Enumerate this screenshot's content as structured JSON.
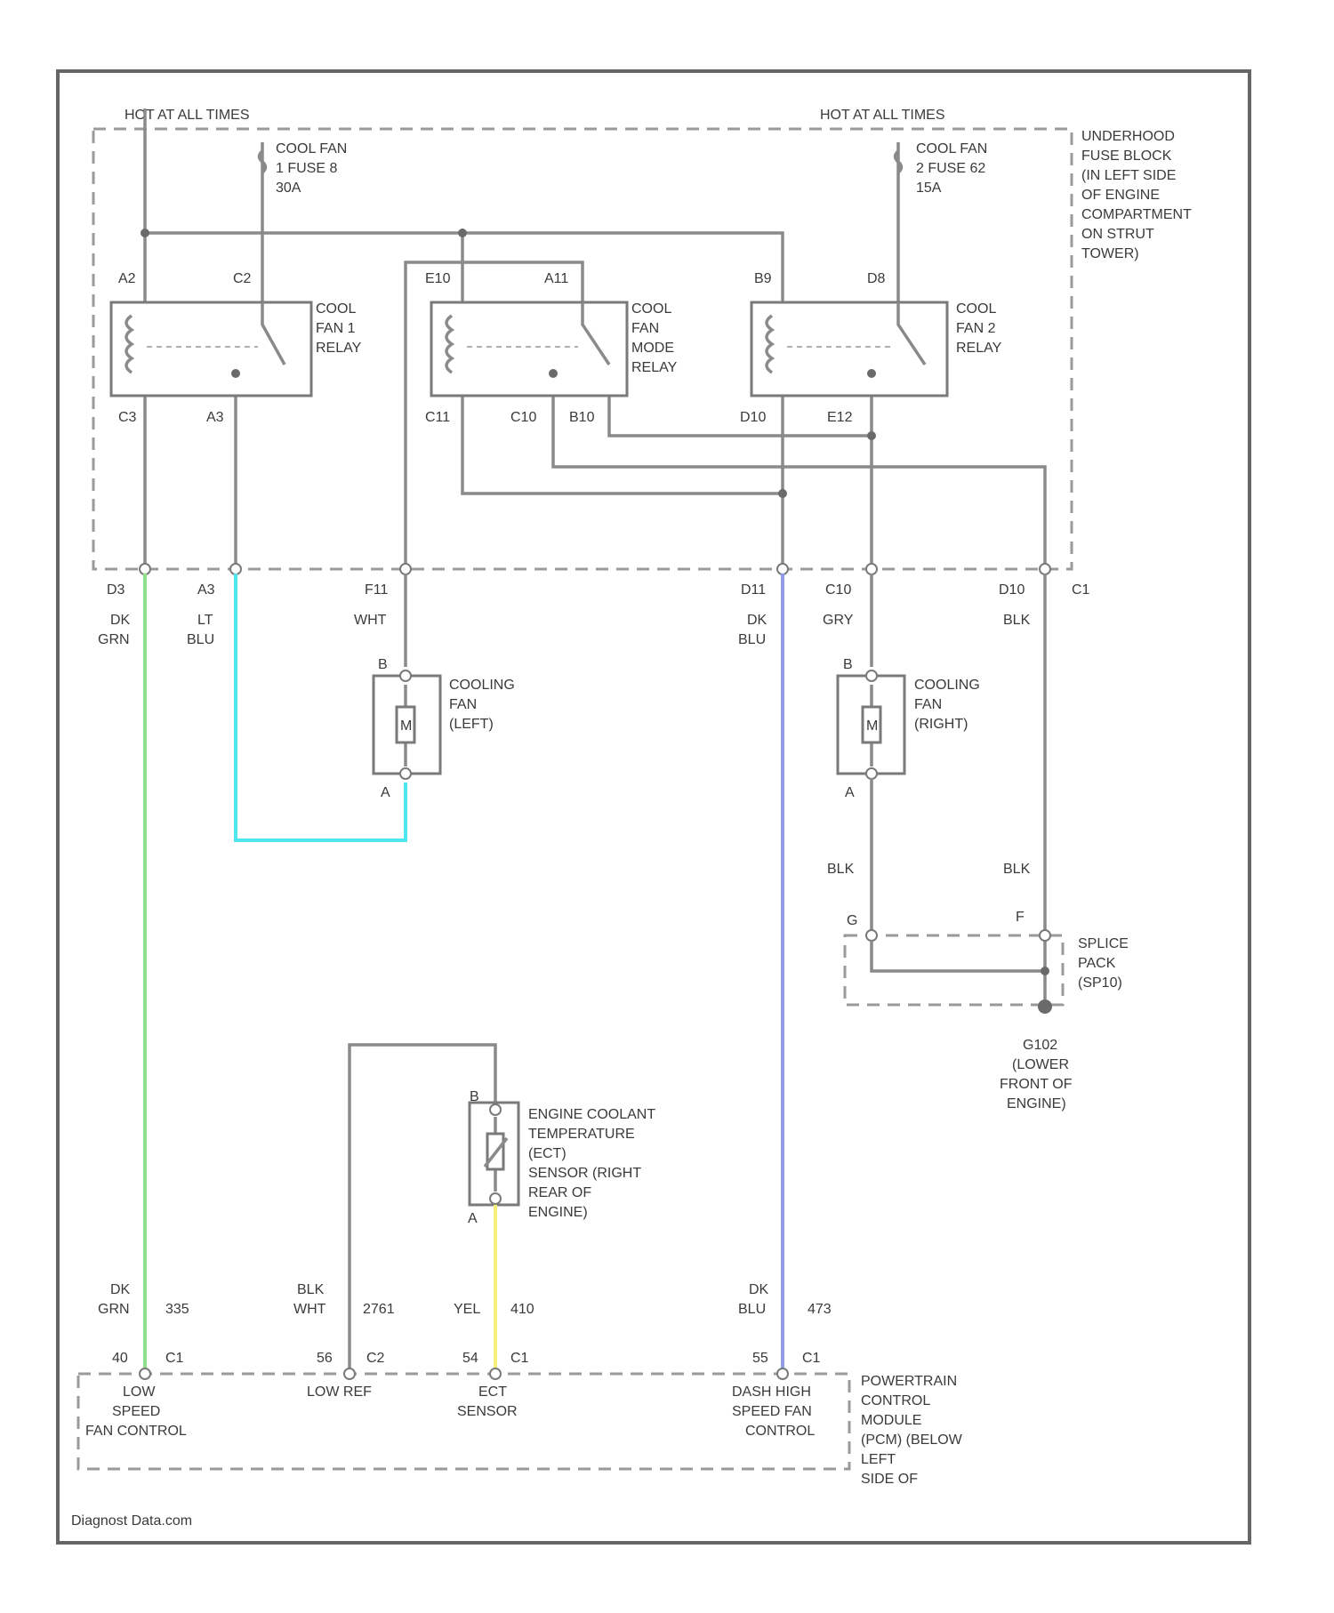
{
  "colors": {
    "frame": "#666666",
    "wire_gray": "#8a8a8a",
    "dk_grn": "#8fe08a",
    "lt_blu": "#4ee6f0",
    "dk_blu": "#8f9be8",
    "yel": "#f4f07a"
  },
  "fuse_block": {
    "hot_left": "HOT AT ALL TIMES",
    "hot_right": "HOT AT ALL TIMES",
    "fuse1": [
      "COOL FAN",
      "1 FUSE 8",
      "30A"
    ],
    "fuse2": [
      "COOL FAN",
      "2 FUSE 62",
      "15A"
    ],
    "name": [
      "UNDERHOOD",
      "FUSE BLOCK",
      "(IN LEFT SIDE",
      "OF ENGINE",
      "COMPARTMENT",
      "ON STRUT",
      "TOWER)"
    ]
  },
  "relays": {
    "fan1": [
      "COOL",
      "FAN 1",
      "RELAY"
    ],
    "mode": [
      "COOL",
      "FAN",
      "MODE",
      "RELAY"
    ],
    "fan2": [
      "COOL",
      "FAN 2",
      "RELAY"
    ]
  },
  "pins": {
    "a2": "A2",
    "c2": "C2",
    "e10": "E10",
    "a11": "A11",
    "b9": "B9",
    "d8": "D8",
    "c3": "C3",
    "a3": "A3",
    "c11": "C11",
    "c10": "C10",
    "b10": "B10",
    "d10": "D10",
    "e12": "E12"
  },
  "connectors_c1": {
    "d3": "D3",
    "a3": "A3",
    "f11": "F11",
    "d11": "D11",
    "c10": "C10",
    "d10": "D10",
    "c1": "C1"
  },
  "wires": {
    "dk_grn_top": [
      "DK",
      "GRN"
    ],
    "lt_blu": [
      "LT",
      "BLU"
    ],
    "wht": "WHT",
    "dk_blu_top": [
      "DK",
      "BLU"
    ],
    "gry": "GRY",
    "blk1": "BLK",
    "blk2": "BLK",
    "blk3": "BLK",
    "dk_grn_bot": [
      "DK",
      "GRN"
    ],
    "blk_wht": [
      "BLK",
      "WHT"
    ],
    "yel": "YEL",
    "dk_blu_bot": [
      "DK",
      "BLU"
    ]
  },
  "fans": {
    "left": [
      "COOLING",
      "FAN",
      "(LEFT)"
    ],
    "right": [
      "COOLING",
      "FAN",
      "(RIGHT)"
    ],
    "motor": "M",
    "pin_b": "B",
    "pin_a": "A"
  },
  "splice": {
    "name": [
      "SPLICE",
      "PACK",
      "(SP10)"
    ],
    "pin_g": "G",
    "pin_f": "F",
    "ground": [
      "G102",
      "(LOWER",
      "FRONT OF",
      "ENGINE)"
    ]
  },
  "sensor": {
    "name": [
      "ENGINE COOLANT",
      "TEMPERATURE",
      "(ECT)",
      "SENSOR (RIGHT",
      "REAR OF",
      "ENGINE)"
    ],
    "pin_a": "A",
    "pin_b": "B"
  },
  "pcm": {
    "circuits": {
      "c335": "335",
      "c2761": "2761",
      "c410": "410",
      "c473": "473"
    },
    "pins": {
      "p40": "40",
      "c1a": "C1",
      "p56": "56",
      "c2": "C2",
      "p54": "54",
      "c1b": "C1",
      "p55": "55",
      "c1c": "C1"
    },
    "low_speed": [
      "LOW",
      "SPEED",
      "FAN CONTROL"
    ],
    "low_ref": "LOW REF",
    "ect": [
      "ECT",
      "SENSOR"
    ],
    "high_speed": [
      "DASH HIGH",
      "SPEED FAN",
      "CONTROL"
    ],
    "name": [
      "POWERTRAIN",
      "CONTROL",
      "MODULE",
      "(PCM) (BELOW",
      "LEFT",
      "SIDE OF"
    ]
  },
  "footer": "Diagnost Data.com"
}
